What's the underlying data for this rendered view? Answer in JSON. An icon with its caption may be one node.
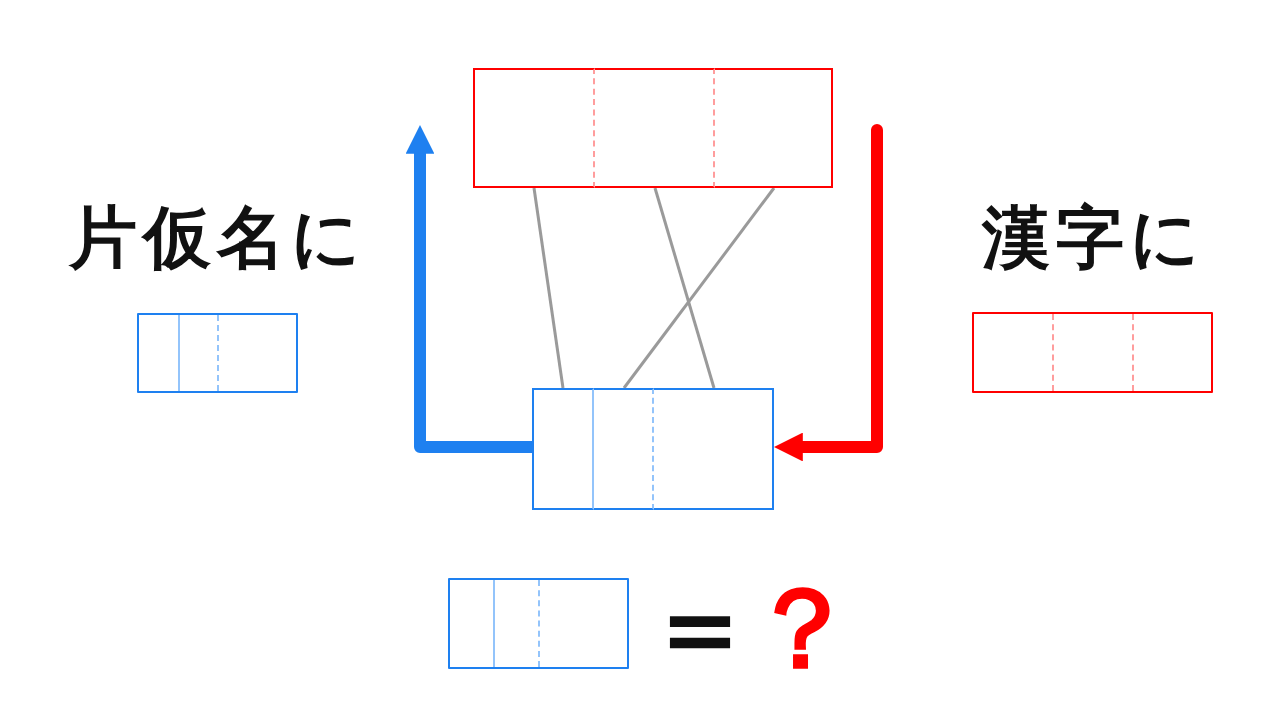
{
  "diagram": {
    "nodes": [
      {
        "text": [],
        "shape": "box"
      },
      {
        "text": [],
        "shape": "box",
        "in": 0
      },
      {
        "text": [],
        "shape": "box",
        "in": 0
      },
      {
        "text": [],
        "shape": "box",
        "in": 0
      },
      {
        "text": [],
        "shape": "box",
        "beside": [
          "片仮名に"
        ]
      },
      {
        "text": [],
        "shape": "box",
        "beside": [
          "漢字に"
        ]
      },
      {
        "text": [],
        "shape": "box"
      },
      {
        "text": [],
        "shape": "box",
        "in": 6
      },
      {
        "text": [],
        "shape": "box",
        "in": 6
      },
      {
        "text": [],
        "shape": "box",
        "in": 6
      },
      {
        "text": [],
        "shape": "box"
      }
    ],
    "edges": [
      {
        "from": 1,
        "to": 7,
        "arrow": "none"
      },
      {
        "from": 2,
        "to": 9,
        "arrow": "none"
      },
      {
        "from": 3,
        "to": 8,
        "arrow": "none"
      },
      {
        "from": 6,
        "to": 1,
        "arrow": "to",
        "style": "thick",
        "color": "#1e80f0"
      },
      {
        "from": null,
        "to": 6,
        "arrow": "to",
        "style": "thick",
        "color": "#ff0000"
      }
    ],
    "labels": [
      "＝",
      "？"
    ]
  }
}
